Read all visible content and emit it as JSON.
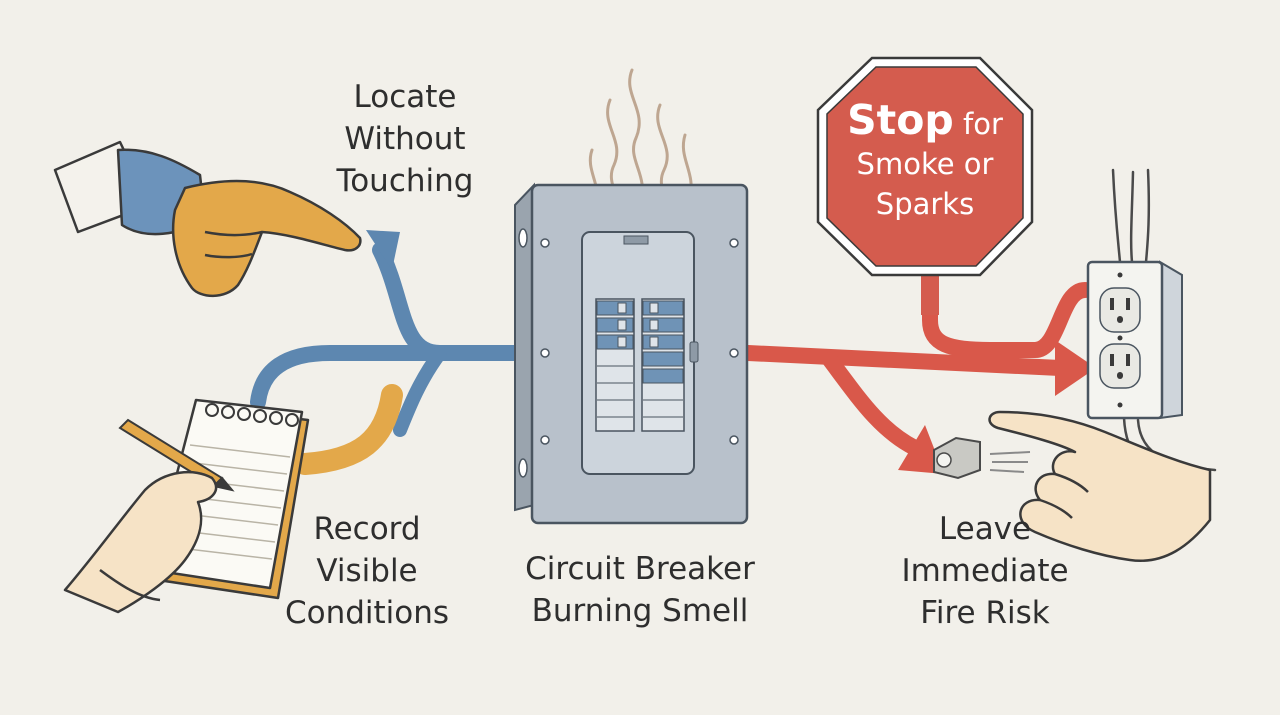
{
  "labels": {
    "locate": "Locate\nWithout\nTouching",
    "record": "Record\nVisible\nConditions",
    "panel": "Circuit Breaker\nBurning Smell",
    "leave": "Leave\nImmediate\nFire Risk"
  },
  "stop_sign": {
    "word": "Stop",
    "rest_line1": " for",
    "rest_line2": "Smoke or",
    "rest_line3": "Sparks"
  },
  "colors": {
    "blue_path": "#5d87b0",
    "orange_path": "#e3a84a",
    "red_path": "#d9584a",
    "stop_fill": "#d45c4e",
    "panel_fill": "#b8c1cb",
    "breaker_blue": "#6f93b6",
    "glove": "#6c93bb"
  },
  "icons": [
    "gloved-hand-icon",
    "notepad-icon",
    "pencil-icon",
    "breaker-panel-icon",
    "smoke-icon",
    "stop-sign-icon",
    "outlet-icon",
    "plug-icon",
    "pointing-hand-icon"
  ]
}
